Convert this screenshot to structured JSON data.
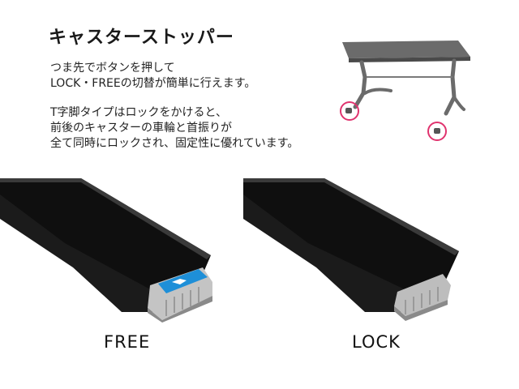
{
  "title": "キャスターストッパー",
  "description": {
    "paragraph1": [
      "つま先でボタンを押して",
      "LOCK・FREEの切替が簡単に行えます。"
    ],
    "paragraph2": [
      "T字脚タイプはロックをかけると、",
      "前後のキャスターの車輪と首振りが",
      "全て同時にロックされ、固定性に優れています。"
    ]
  },
  "labels": {
    "free": "FREE",
    "lock": "LOCK"
  },
  "colors": {
    "highlight_circle": "#e0336e",
    "button_blue": "#1e8fd8",
    "base_black": "#141414",
    "table_gray": "#666666"
  }
}
